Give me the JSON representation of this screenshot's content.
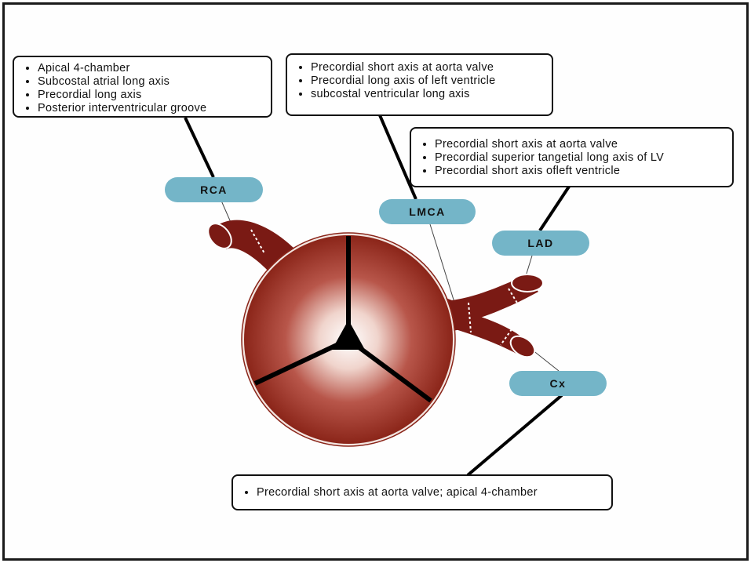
{
  "labels": {
    "rca": "RCA",
    "lmca": "LMCA",
    "lad": "LAD",
    "cx": "Cx"
  },
  "notes": {
    "rca": [
      "Apical 4-chamber",
      "Subcostal atrial long axis",
      "Precordial long axis",
      "Posterior interventricular groove"
    ],
    "lmca": [
      "Precordial short  axis at aorta valve",
      "Precordial long axis of left ventricle",
      "subcostal ventricular long axis"
    ],
    "lad": [
      "Precordial short axis at aorta valve",
      "Precordial superior tangetial long axis of LV",
      "Precordial short axis ofleft ventricle"
    ],
    "cx": [
      "Precordial short axis at aorta valve; apical 4-chamber"
    ]
  },
  "colors": {
    "vessel": "#7a1a14",
    "pill": "#74b5c8",
    "aortaEdge": "#8a2418"
  }
}
